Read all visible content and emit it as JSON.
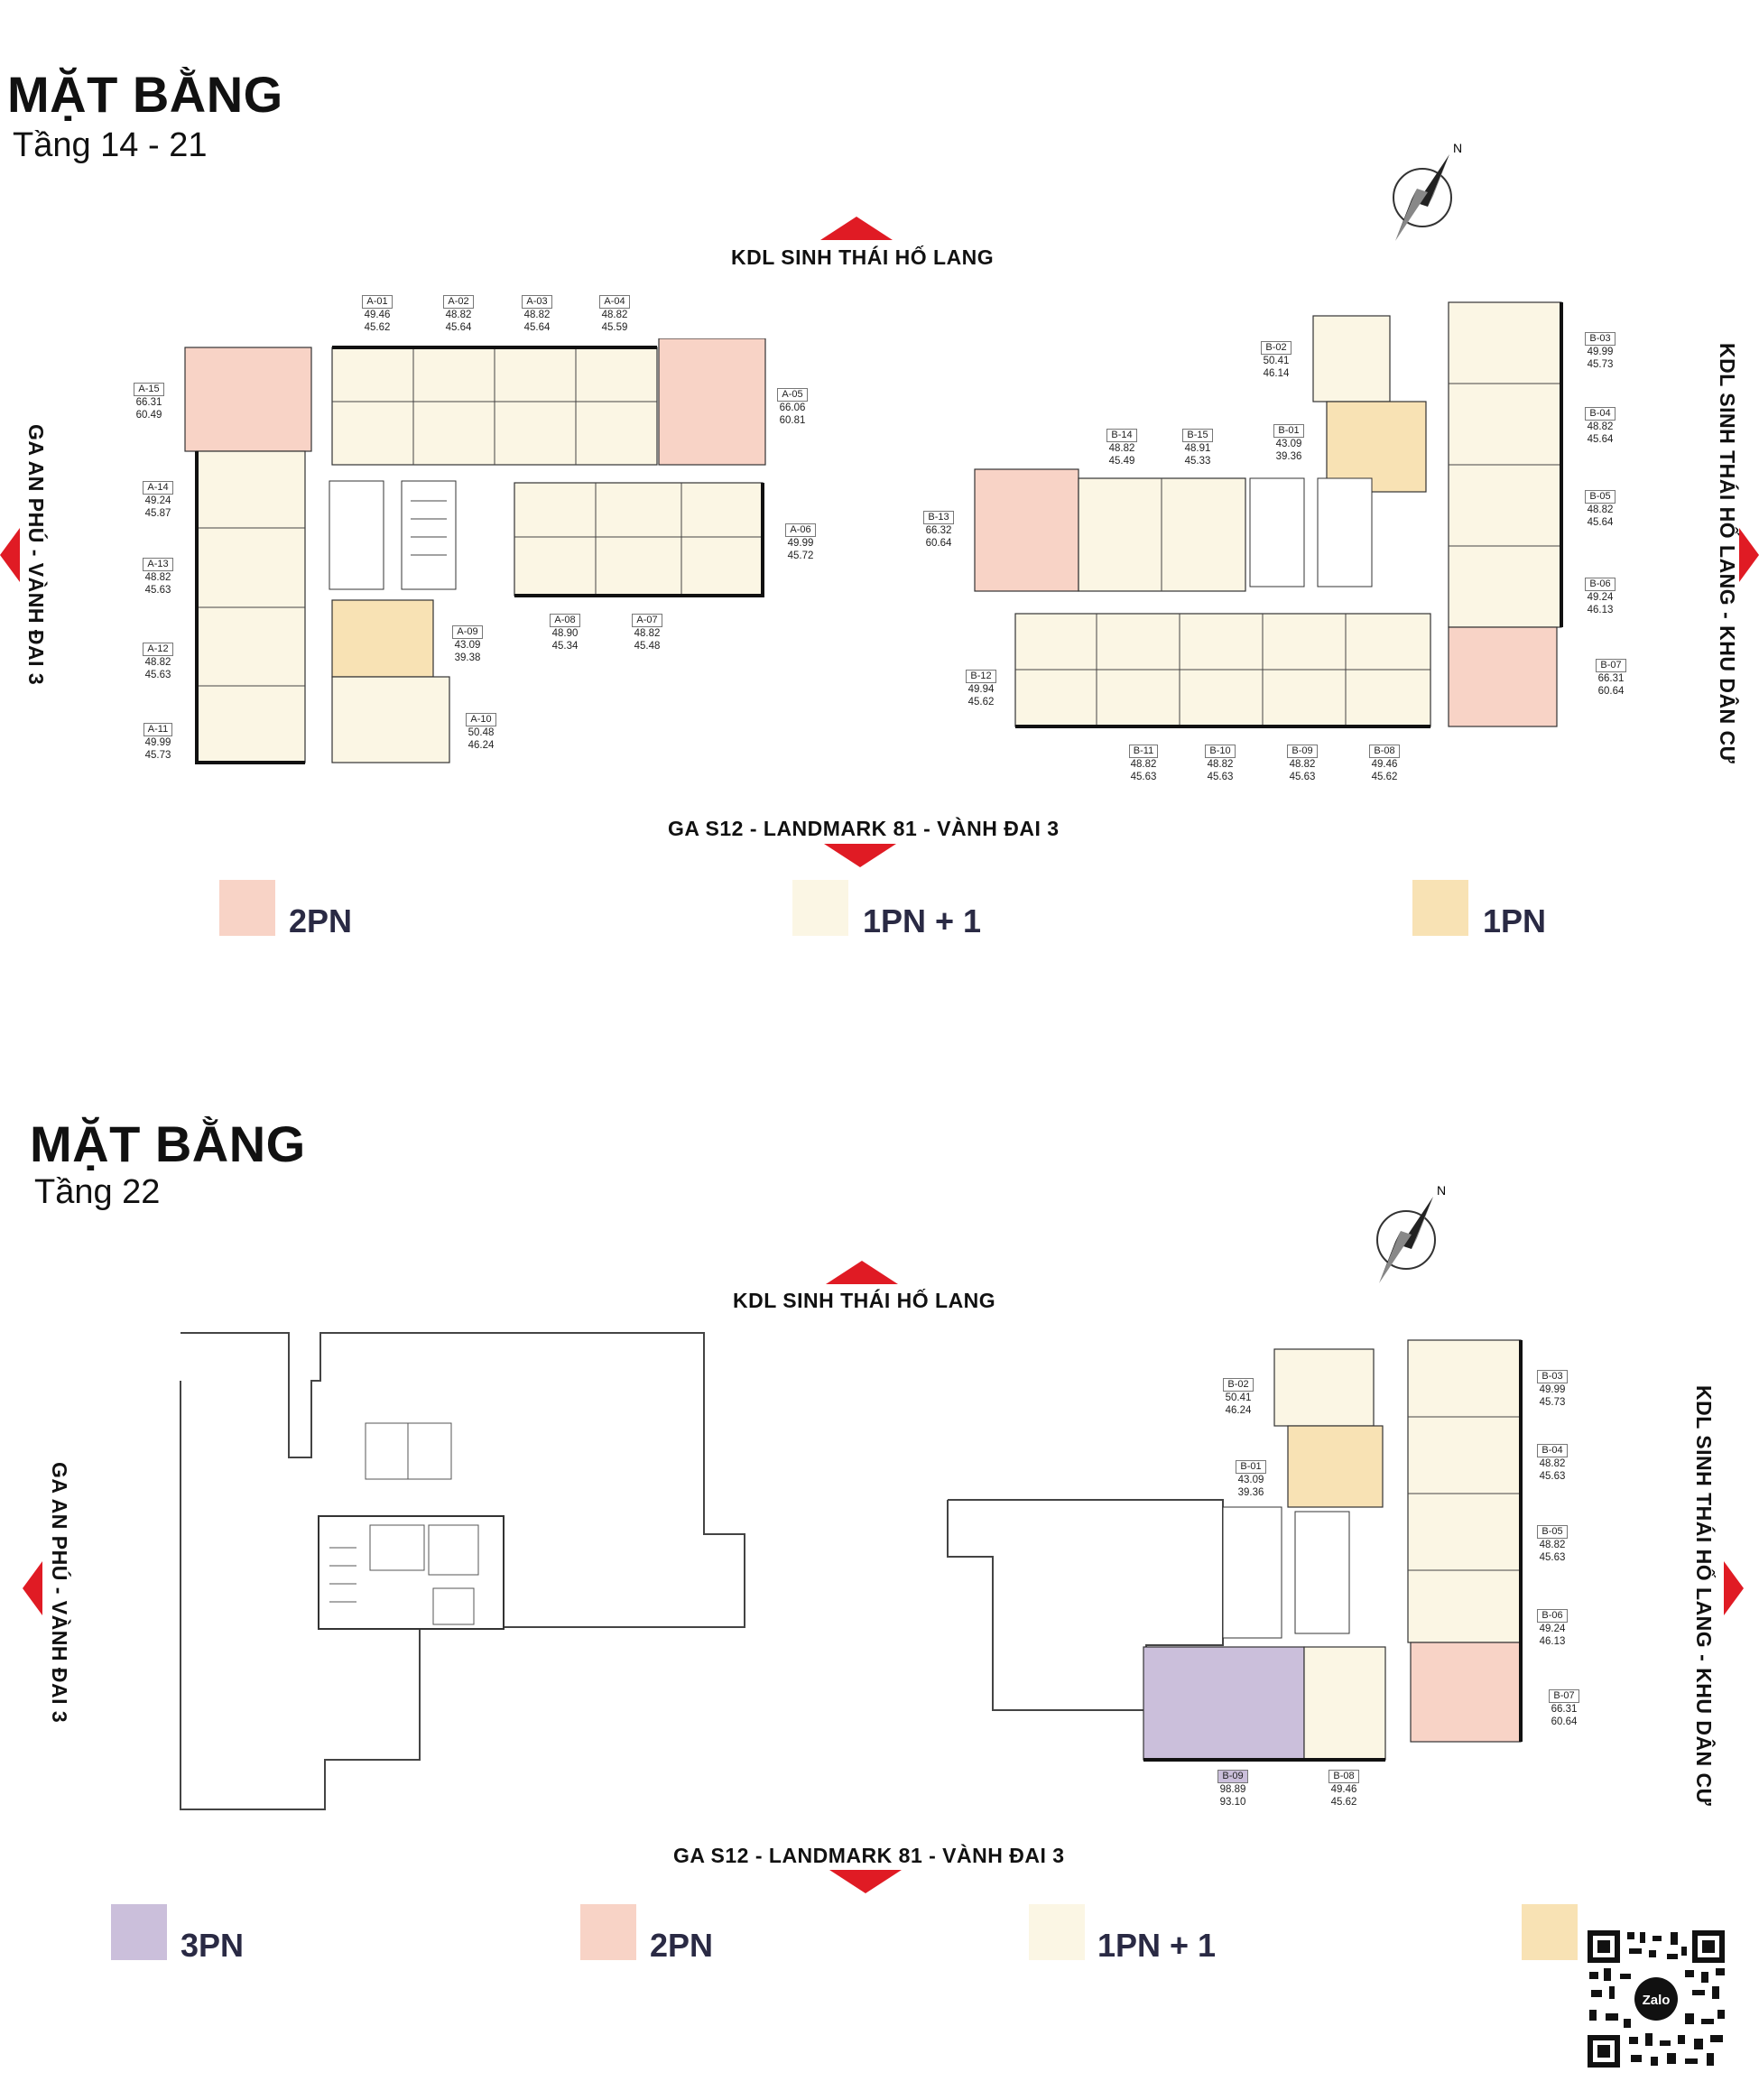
{
  "colors": {
    "accent_red": "#e01b24",
    "unit_2pn": "#f8d3c6",
    "unit_1pn_plus_1": "#fbf6e4",
    "unit_1pn": "#f8e2b4",
    "unit_3pn": "#cbbfdb"
  },
  "icons": {
    "compass": "compass-north-icon",
    "qr": "qr-code-icon",
    "zalo": "zalo-logo"
  },
  "plan1": {
    "title": "MẶT BẰNG",
    "subtitle": "Tầng 14 - 21",
    "north_label": "KDL SINH THÁI HỐ LANG",
    "south_label": "GA S12 - LANDMARK 81 - VÀNH ĐAI 3",
    "west_label": "GA AN PHÚ - VÀNH ĐAI 3",
    "east_label": "KDL SINH THÁI HỐ LANG - KHU DÂN CƯ",
    "units": [
      {
        "code": "A-01",
        "area1": "49.46",
        "area2": "45.62",
        "type": "1pn1"
      },
      {
        "code": "A-02",
        "area1": "48.82",
        "area2": "45.64",
        "type": "1pn1"
      },
      {
        "code": "A-03",
        "area1": "48.82",
        "area2": "45.64",
        "type": "1pn1"
      },
      {
        "code": "A-04",
        "area1": "48.82",
        "area2": "45.59",
        "type": "1pn1"
      },
      {
        "code": "A-05",
        "area1": "66.06",
        "area2": "60.81",
        "type": "2pn"
      },
      {
        "code": "A-06",
        "area1": "49.99",
        "area2": "45.72",
        "type": "1pn1"
      },
      {
        "code": "A-07",
        "area1": "48.82",
        "area2": "45.48",
        "type": "1pn1"
      },
      {
        "code": "A-08",
        "area1": "48.90",
        "area2": "45.34",
        "type": "1pn1"
      },
      {
        "code": "A-09",
        "area1": "43.09",
        "area2": "39.38",
        "type": "1pn"
      },
      {
        "code": "A-10",
        "area1": "50.48",
        "area2": "46.24",
        "type": "1pn1"
      },
      {
        "code": "A-11",
        "area1": "49.99",
        "area2": "45.73",
        "type": "1pn1"
      },
      {
        "code": "A-12",
        "area1": "48.82",
        "area2": "45.63",
        "type": "1pn1"
      },
      {
        "code": "A-13",
        "area1": "48.82",
        "area2": "45.63",
        "type": "1pn1"
      },
      {
        "code": "A-14",
        "area1": "49.24",
        "area2": "45.87",
        "type": "1pn1"
      },
      {
        "code": "A-15",
        "area1": "66.31",
        "area2": "60.49",
        "type": "2pn"
      },
      {
        "code": "B-01",
        "area1": "43.09",
        "area2": "39.36",
        "type": "1pn"
      },
      {
        "code": "B-02",
        "area1": "50.41",
        "area2": "46.14",
        "type": "1pn1"
      },
      {
        "code": "B-03",
        "area1": "49.99",
        "area2": "45.73",
        "type": "1pn1"
      },
      {
        "code": "B-04",
        "area1": "48.82",
        "area2": "45.64",
        "type": "1pn1"
      },
      {
        "code": "B-05",
        "area1": "48.82",
        "area2": "45.64",
        "type": "1pn1"
      },
      {
        "code": "B-06",
        "area1": "49.24",
        "area2": "46.13",
        "type": "1pn1"
      },
      {
        "code": "B-07",
        "area1": "66.31",
        "area2": "60.64",
        "type": "2pn"
      },
      {
        "code": "B-08",
        "area1": "49.46",
        "area2": "45.62",
        "type": "1pn1"
      },
      {
        "code": "B-09",
        "area1": "48.82",
        "area2": "45.63",
        "type": "1pn1"
      },
      {
        "code": "B-10",
        "area1": "48.82",
        "area2": "45.63",
        "type": "1pn1"
      },
      {
        "code": "B-11",
        "area1": "48.82",
        "area2": "45.63",
        "type": "1pn1"
      },
      {
        "code": "B-12",
        "area1": "49.94",
        "area2": "45.62",
        "type": "1pn1"
      },
      {
        "code": "B-13",
        "area1": "66.32",
        "area2": "60.64",
        "type": "2pn"
      },
      {
        "code": "B-14",
        "area1": "48.82",
        "area2": "45.49",
        "type": "1pn1"
      },
      {
        "code": "B-15",
        "area1": "48.91",
        "area2": "45.33",
        "type": "1pn1"
      }
    ],
    "legend": [
      "2PN",
      "1PN + 1",
      "1PN"
    ]
  },
  "plan2": {
    "title": "MẶT BẰNG",
    "subtitle": "Tầng 22",
    "north_label": "KDL SINH THÁI HỐ LANG",
    "south_label": "GA S12 - LANDMARK 81 - VÀNH ĐAI 3",
    "west_label": "GA AN PHÚ - VÀNH ĐAI 3",
    "east_label": "KDL SINH THÁI HỐ LANG - KHU DÂN CƯ",
    "units": [
      {
        "code": "B-01",
        "area1": "43.09",
        "area2": "39.36",
        "type": "1pn"
      },
      {
        "code": "B-02",
        "area1": "50.41",
        "area2": "46.24",
        "type": "1pn1"
      },
      {
        "code": "B-03",
        "area1": "49.99",
        "area2": "45.73",
        "type": "1pn1"
      },
      {
        "code": "B-04",
        "area1": "48.82",
        "area2": "45.63",
        "type": "1pn1"
      },
      {
        "code": "B-05",
        "area1": "48.82",
        "area2": "45.63",
        "type": "1pn1"
      },
      {
        "code": "B-06",
        "area1": "49.24",
        "area2": "46.13",
        "type": "1pn1"
      },
      {
        "code": "B-07",
        "area1": "66.31",
        "area2": "60.64",
        "type": "2pn"
      },
      {
        "code": "B-08",
        "area1": "49.46",
        "area2": "45.62",
        "type": "1pn1"
      },
      {
        "code": "B-09",
        "area1": "98.89",
        "area2": "93.10",
        "type": "3pn"
      }
    ],
    "legend": [
      "3PN",
      "2PN",
      "1PN + 1"
    ]
  }
}
